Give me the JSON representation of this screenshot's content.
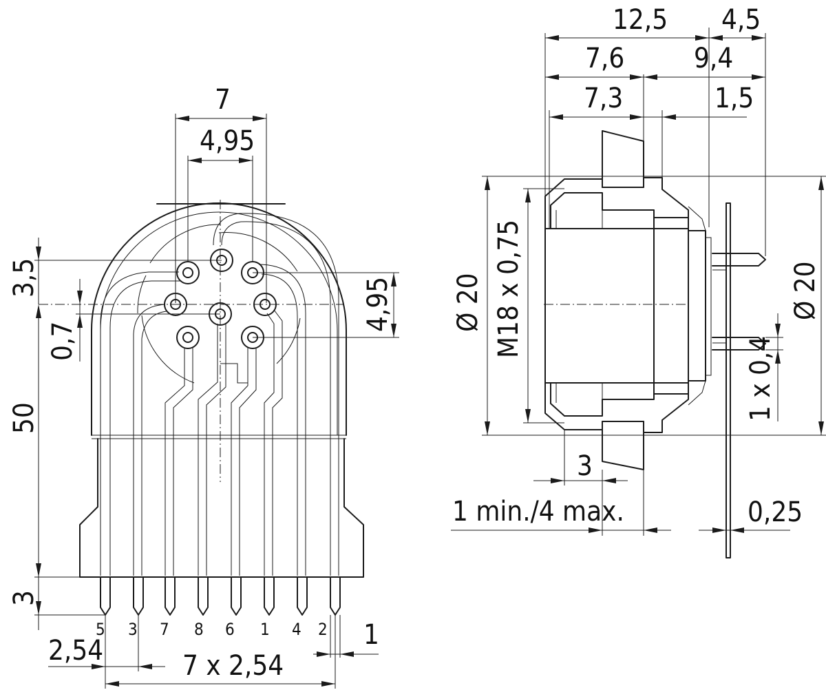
{
  "front_view": {
    "dims": {
      "contact_circle_outer": "7",
      "contact_circle_inner": "4,95",
      "row_offset_top": "3,5",
      "offset_small": "0,7",
      "height_total": "50",
      "row_offset_right": "4,95",
      "pin_length": "3",
      "pitch": "2,54",
      "pin_span": "7 x 2,54",
      "pin_width": "1"
    },
    "pin_labels": [
      "5",
      "3",
      "7",
      "8",
      "6",
      "1",
      "4",
      "2"
    ]
  },
  "side_view": {
    "dims": {
      "total_length": "12,5",
      "rear_length": "4,5",
      "front_length": "7,6",
      "rear_length_2": "9,4",
      "thread_length": "7,3",
      "flange_offset": "1,5",
      "diameter_left": "Ø 20",
      "thread": "M18 x 0,75",
      "diameter_right": "Ø 20",
      "pin_size": "1 x 0,4",
      "nut_width": "3",
      "panel_thickness": "1 min./4 max.",
      "sheet_thickness": "0,25"
    }
  }
}
